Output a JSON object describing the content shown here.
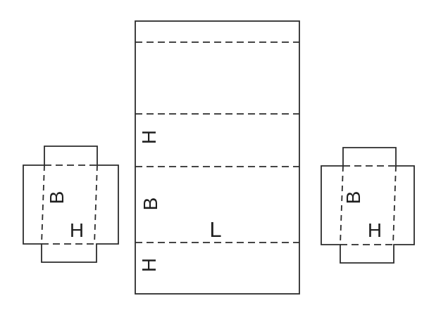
{
  "diagram": {
    "kind": "box-die-cut-layout",
    "colors": {
      "line": "#2b2b2b",
      "background": "#ffffff",
      "label_text": "#1f1f1f"
    },
    "main_blank": {
      "panel_labels": {
        "upper_height": "H",
        "base_width": "B",
        "length": "L",
        "lower_height": "H"
      }
    },
    "left_end": {
      "width_label": "B",
      "height_label": "H"
    },
    "right_end": {
      "width_label": "B",
      "height_label": "H"
    }
  }
}
